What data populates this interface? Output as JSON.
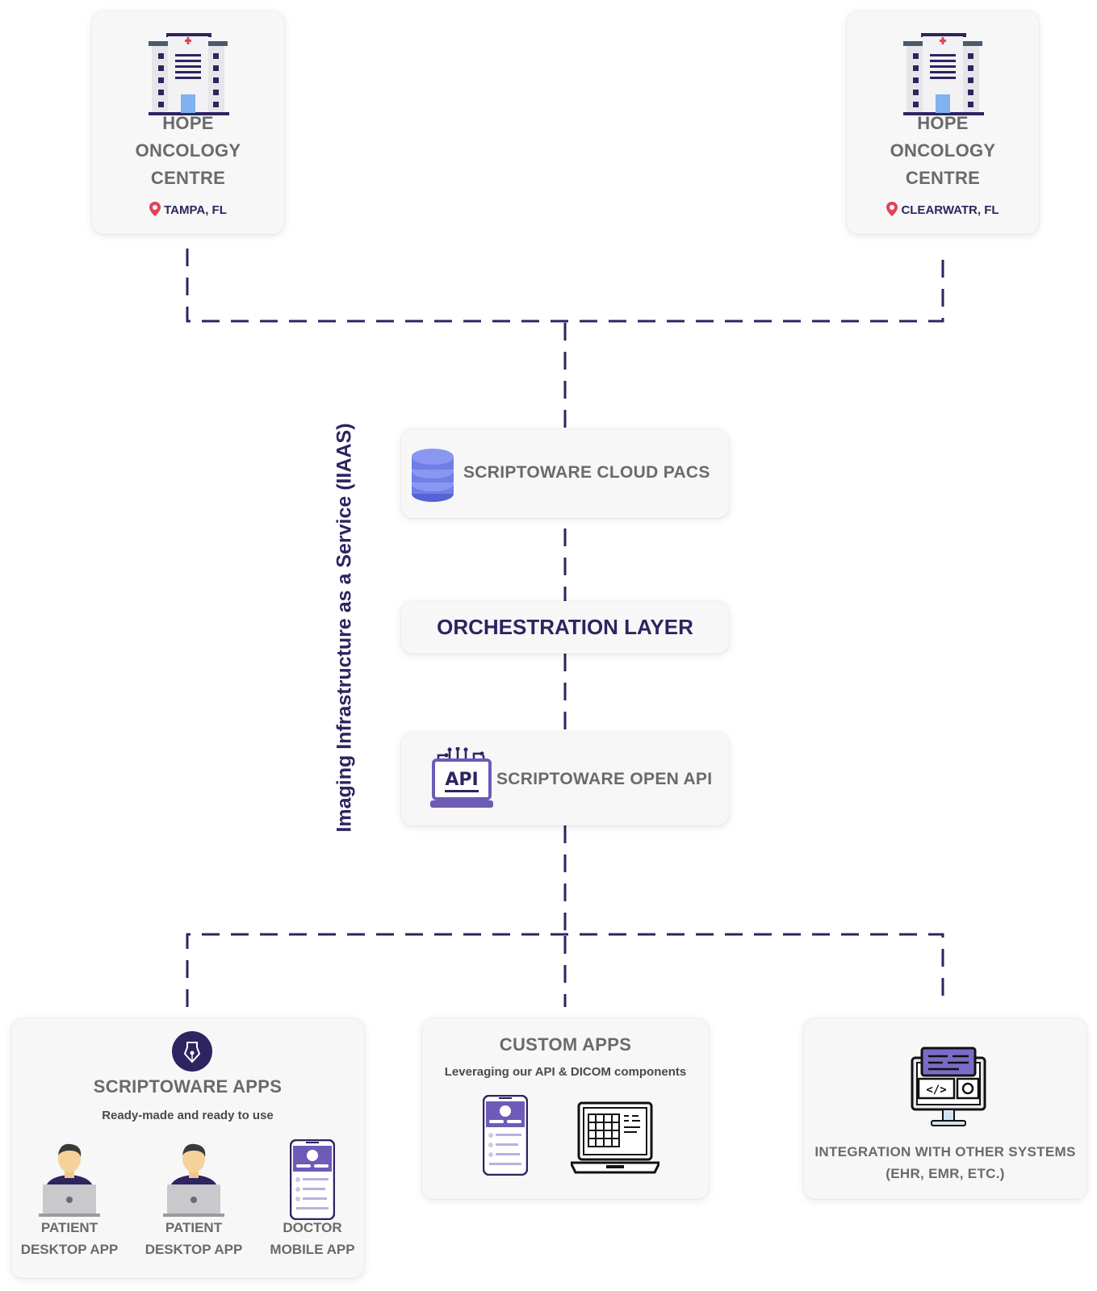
{
  "hospitals": [
    {
      "name_lines": [
        "HOPE",
        "ONCOLOGY",
        "CENTRE"
      ],
      "location": "TAMPA, FL"
    },
    {
      "name_lines": [
        "HOPE",
        "ONCOLOGY",
        "CENTRE"
      ],
      "location": "CLEARWATR, FL"
    }
  ],
  "stack": {
    "vertical_label": "Imaging Infrastructure as a Service (IIAAS)",
    "cloud_pacs": "SCRIPTOWARE CLOUD PACS",
    "orchestration": "ORCHESTRATION LAYER",
    "open_api": "SCRIPTOWARE OPEN API",
    "api_icon_text": "API"
  },
  "scriptoware_apps": {
    "title": "SCRIPTOWARE APPS",
    "subtitle": "Ready-made and ready to use",
    "apps": [
      {
        "line1": "PATIENT",
        "line2": "DESKTOP APP"
      },
      {
        "line1": "PATIENT",
        "line2": "DESKTOP APP"
      },
      {
        "line1": "DOCTOR",
        "line2": "MOBILE APP"
      }
    ]
  },
  "custom_apps": {
    "title": "CUSTOM APPS",
    "subtitle": "Leveraging our API & DICOM components"
  },
  "integration": {
    "line1": "INTEGRATION WITH OTHER SYSTEMS",
    "line2": "(EHR, EMR, ETC.)",
    "icon_code": "</>"
  },
  "colors": {
    "navy": "#2d2460",
    "gray_text": "#6a6a6a",
    "db_blue": "#6f7fe8",
    "purple": "#6e5bb8",
    "pin_red": "#e0445a"
  }
}
